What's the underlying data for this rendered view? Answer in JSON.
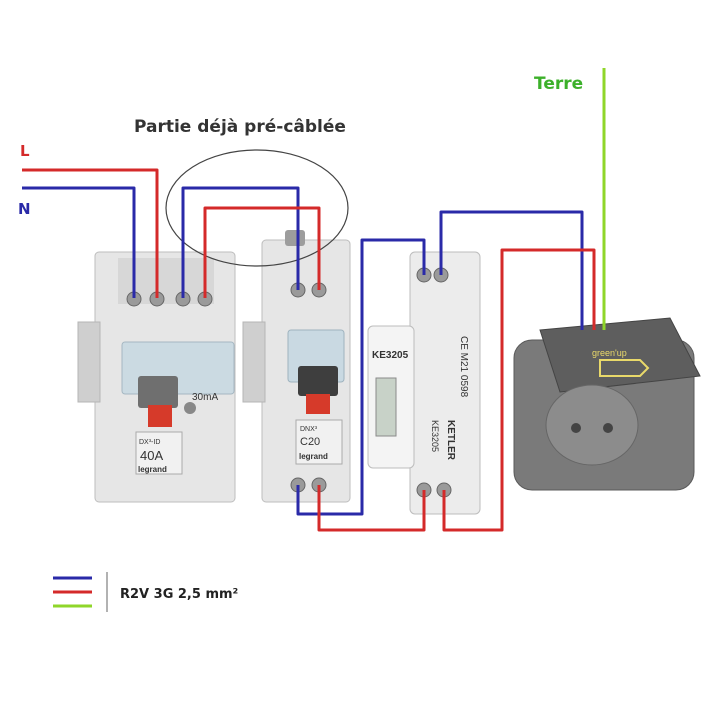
{
  "labels": {
    "title": "Partie déjà pré-câblée",
    "phase": "L",
    "neutral": "N",
    "earth": "Terre"
  },
  "devices": {
    "rcd": {
      "sensitivity": "30mA",
      "model": "DX³-ID",
      "rating": "40A",
      "brand": "legrand"
    },
    "breaker": {
      "model": "DNX³",
      "rating": "C20",
      "brand": "legrand"
    },
    "meter": {
      "model": "KE3205",
      "brand": "KETLER",
      "part": "KE3205",
      "code": "CE M21 0598"
    },
    "socket": {
      "brand": "green'up"
    }
  },
  "legend": {
    "cable": "R2V 3G 2,5 mm²"
  },
  "colors": {
    "phase": "#d42a2a",
    "neutral": "#2a2aa8",
    "earth": "#8fd62a",
    "earth_label": "#3cb02a",
    "phase_label": "#d42a2a",
    "neutral_label": "#2a2aa8"
  }
}
